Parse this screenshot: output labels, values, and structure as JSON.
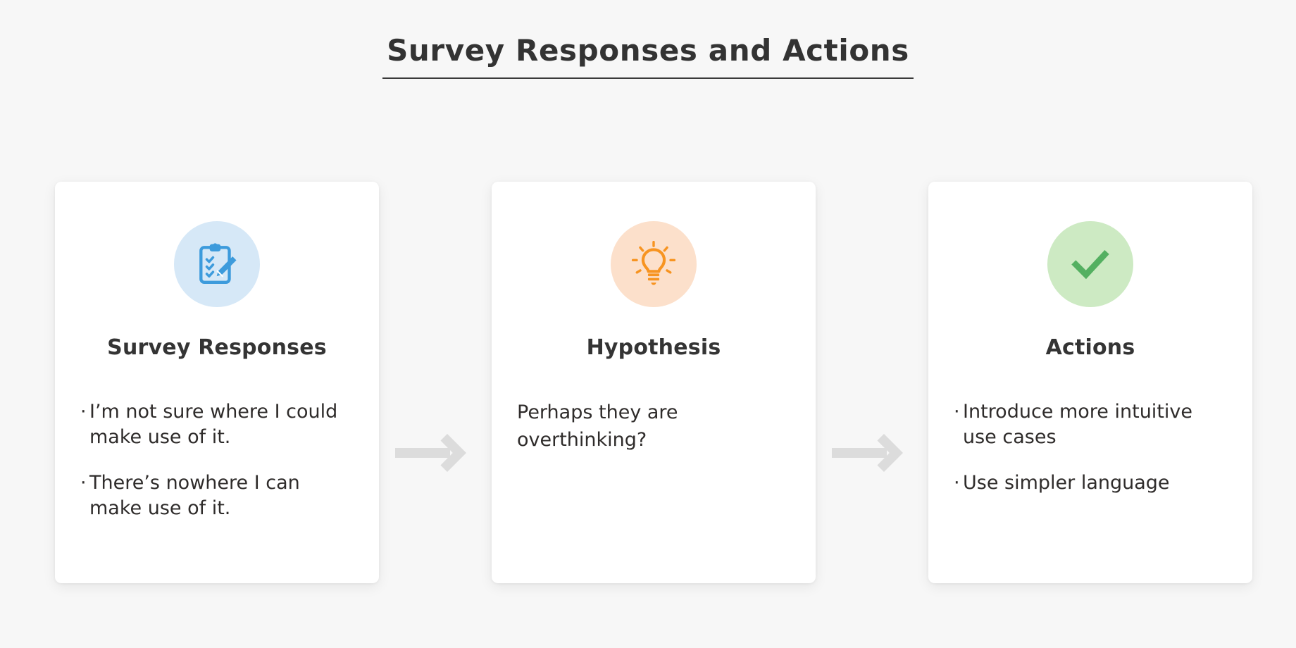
{
  "page": {
    "title": "Survey Responses and Actions",
    "background_color": "#f7f7f7"
  },
  "theme": {
    "card_background": "#ffffff",
    "title_color": "#333333",
    "body_text_color": "#2f2c2b",
    "arrow_color": "#dcdcdc",
    "badge_blue_bg": "#d6e8f7",
    "badge_blue_fg": "#3d9bdc",
    "badge_peach_bg": "#fce0cb",
    "badge_peach_fg": "#f79421",
    "badge_green_bg": "#cdeac3",
    "badge_green_fg": "#54b061"
  },
  "cards": [
    {
      "id": "survey-responses",
      "icon": "clipboard-checklist-pen-icon",
      "heading": "Survey Responses",
      "body_type": "bullets",
      "bullet_marker": "·",
      "items": [
        "I’m not sure where I could make use of it.",
        "There’s nowhere I can make use of it."
      ]
    },
    {
      "id": "hypothesis",
      "icon": "lightbulb-idea-icon",
      "heading": "Hypothesis",
      "body_type": "paragraph",
      "items": [
        "Perhaps they are overthinking?"
      ]
    },
    {
      "id": "actions",
      "icon": "check-mark-icon",
      "heading": "Actions",
      "body_type": "bullets",
      "bullet_marker": "·",
      "items": [
        "Introduce more intuitive use cases",
        "Use simpler language"
      ]
    }
  ],
  "arrows": [
    {
      "id": "arrow-1",
      "direction": "right"
    },
    {
      "id": "arrow-2",
      "direction": "right"
    }
  ]
}
